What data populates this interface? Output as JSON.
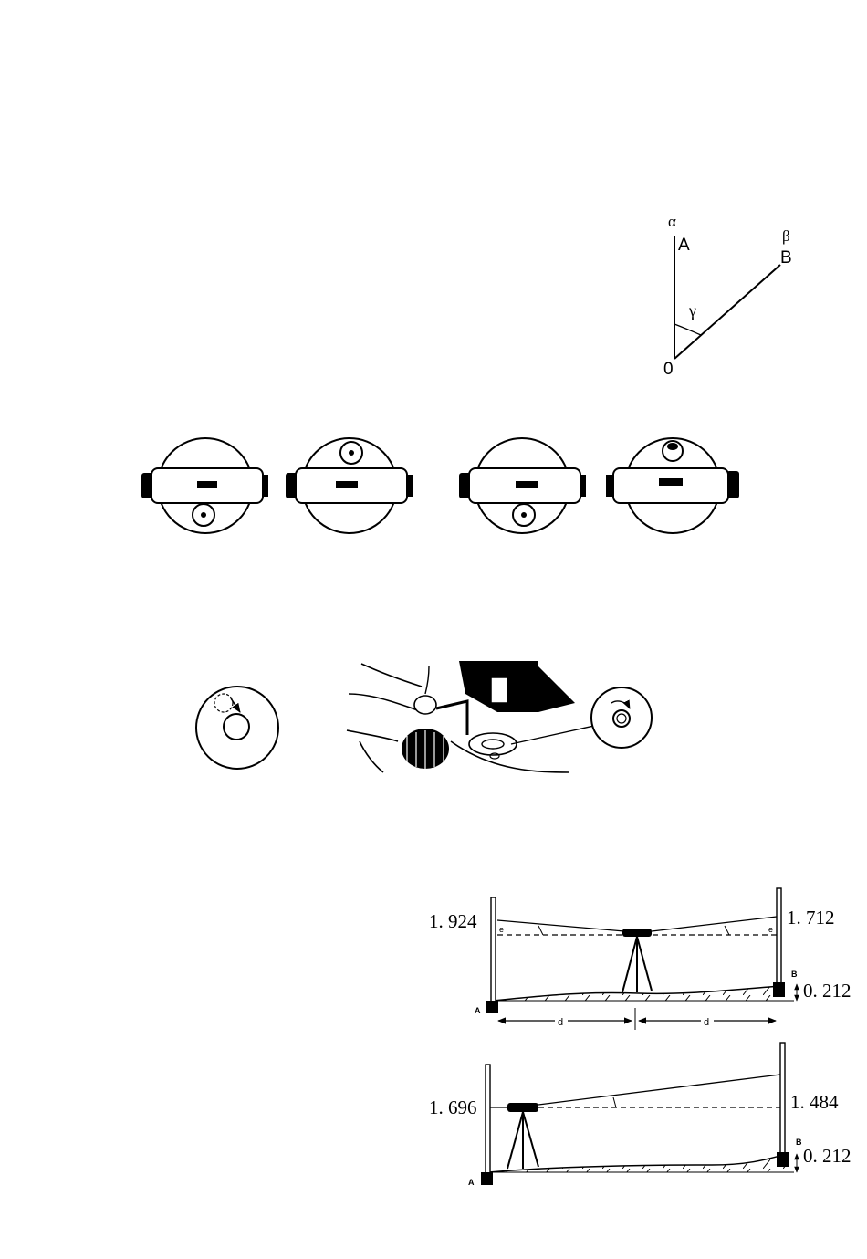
{
  "angle_diagram": {
    "alpha": "α",
    "point_a": "A",
    "beta": "β",
    "point_b": "B",
    "gamma": "γ",
    "origin": "0"
  },
  "level_views": {
    "count": 4,
    "bubble_positions": [
      "bottom",
      "top",
      "bottom",
      "top"
    ]
  },
  "bubble_adjust": {
    "description_hidden": ""
  },
  "peg_test_1": {
    "reading_a": "1. 924",
    "reading_b": "1. 712",
    "diff": "0. 212",
    "label_a": "A",
    "label_b": "B",
    "dist_left": "d",
    "dist_right": "d",
    "err_left": "e",
    "err_right": "e"
  },
  "peg_test_2": {
    "reading_a": "1. 696",
    "reading_b": "1. 484",
    "diff": "0. 212",
    "label_a": "A",
    "label_b": "B"
  }
}
